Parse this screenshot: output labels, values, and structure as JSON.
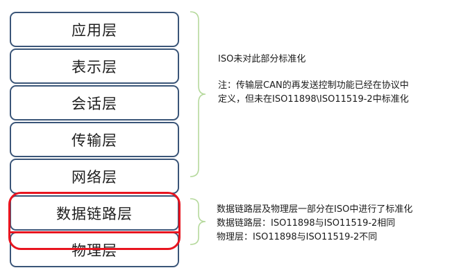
{
  "layers": [
    "应用层",
    "表示层",
    "会话层",
    "传输层",
    "网络层",
    "数据链路层",
    "物理层"
  ],
  "upper_notes": {
    "heading": "ISO未对此部分标准化",
    "lines": [
      "注：传输层CAN的再发送控制功能已经在协议中",
      "定义，但未在ISO11898\\ISO11519-2中标准化"
    ]
  },
  "lower_notes": {
    "lines": [
      "数据链路层及物理层一部分在ISO中进行了标准化",
      "数据链路层：ISO11898与ISO11519-2相同",
      "物理层：ISO11898与ISO11519-2不同"
    ]
  },
  "colors": {
    "box_border": "#3a5578",
    "highlight": "#e8141f",
    "brace": "#b5d99c"
  }
}
